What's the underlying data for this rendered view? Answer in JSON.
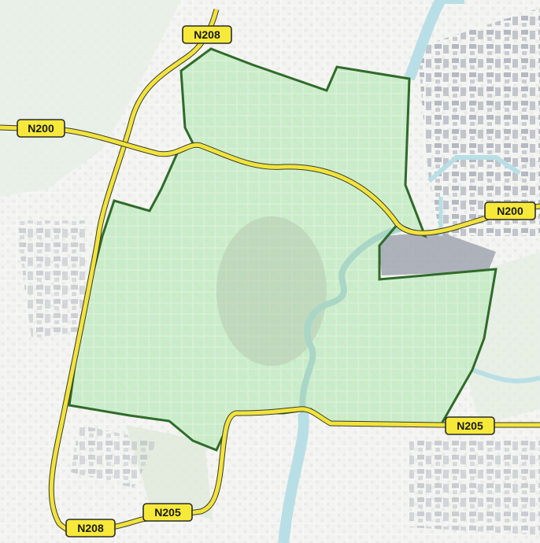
{
  "map": {
    "colors": {
      "background": "#f3f4f1",
      "water": "#b9dfe6",
      "highlight_fill": "#c6ebc6",
      "boundary": "#2f6b2a",
      "motorway": "#f1e33c",
      "built_area": "#c9ccd3"
    },
    "road_labels": [
      "N208",
      "N200",
      "N200",
      "N205",
      "N205",
      "N208"
    ]
  }
}
